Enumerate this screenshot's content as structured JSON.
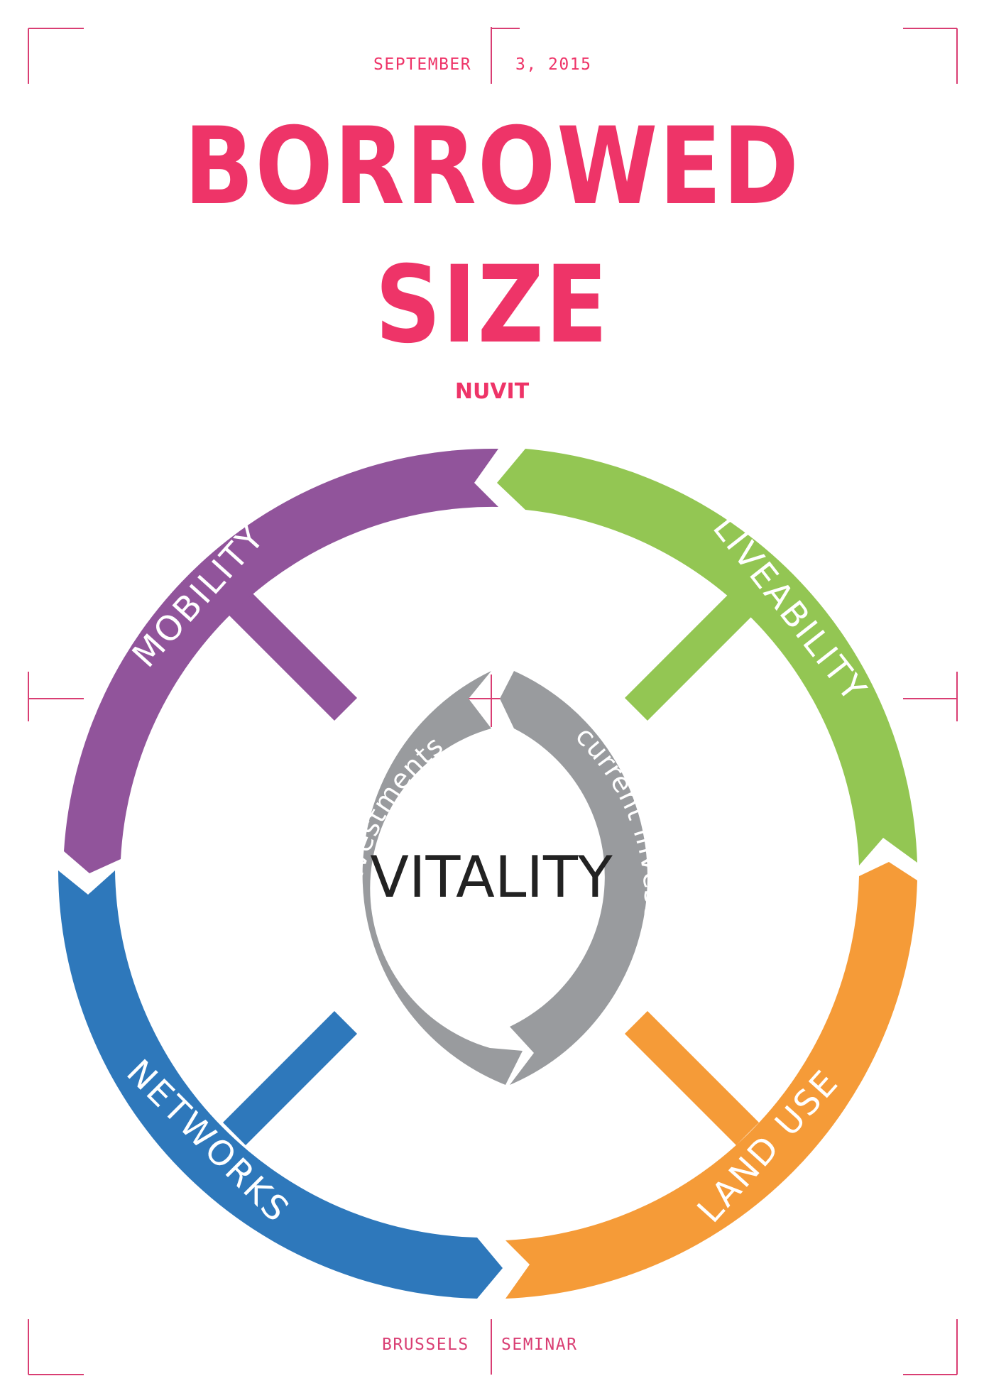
{
  "header": {
    "date_month": "SEPTEMBER",
    "date_day_year": "3, 2015",
    "title_line1": "BORROWED",
    "title_line2": "SIZE",
    "organization": "NUVIT"
  },
  "diagram": {
    "center_label": "VITALITY",
    "inner_cycle": {
      "left_label": "future investments",
      "right_label": "current investments",
      "color": "#999b9e"
    },
    "segments": [
      {
        "label": "MOBILITY",
        "color": "#91549b"
      },
      {
        "label": "LIVEABILITY",
        "color": "#93c653"
      },
      {
        "label": "LAND USE",
        "color": "#f59b38"
      },
      {
        "label": "NETWORKS",
        "color": "#2e78bb"
      }
    ]
  },
  "footer": {
    "city": "BRUSSELS",
    "event": "SEMINAR"
  },
  "colors": {
    "accent": "#ee3468",
    "crop_marks": "#d93e73",
    "center_text": "#222222",
    "ring_text": "#ffffff"
  }
}
